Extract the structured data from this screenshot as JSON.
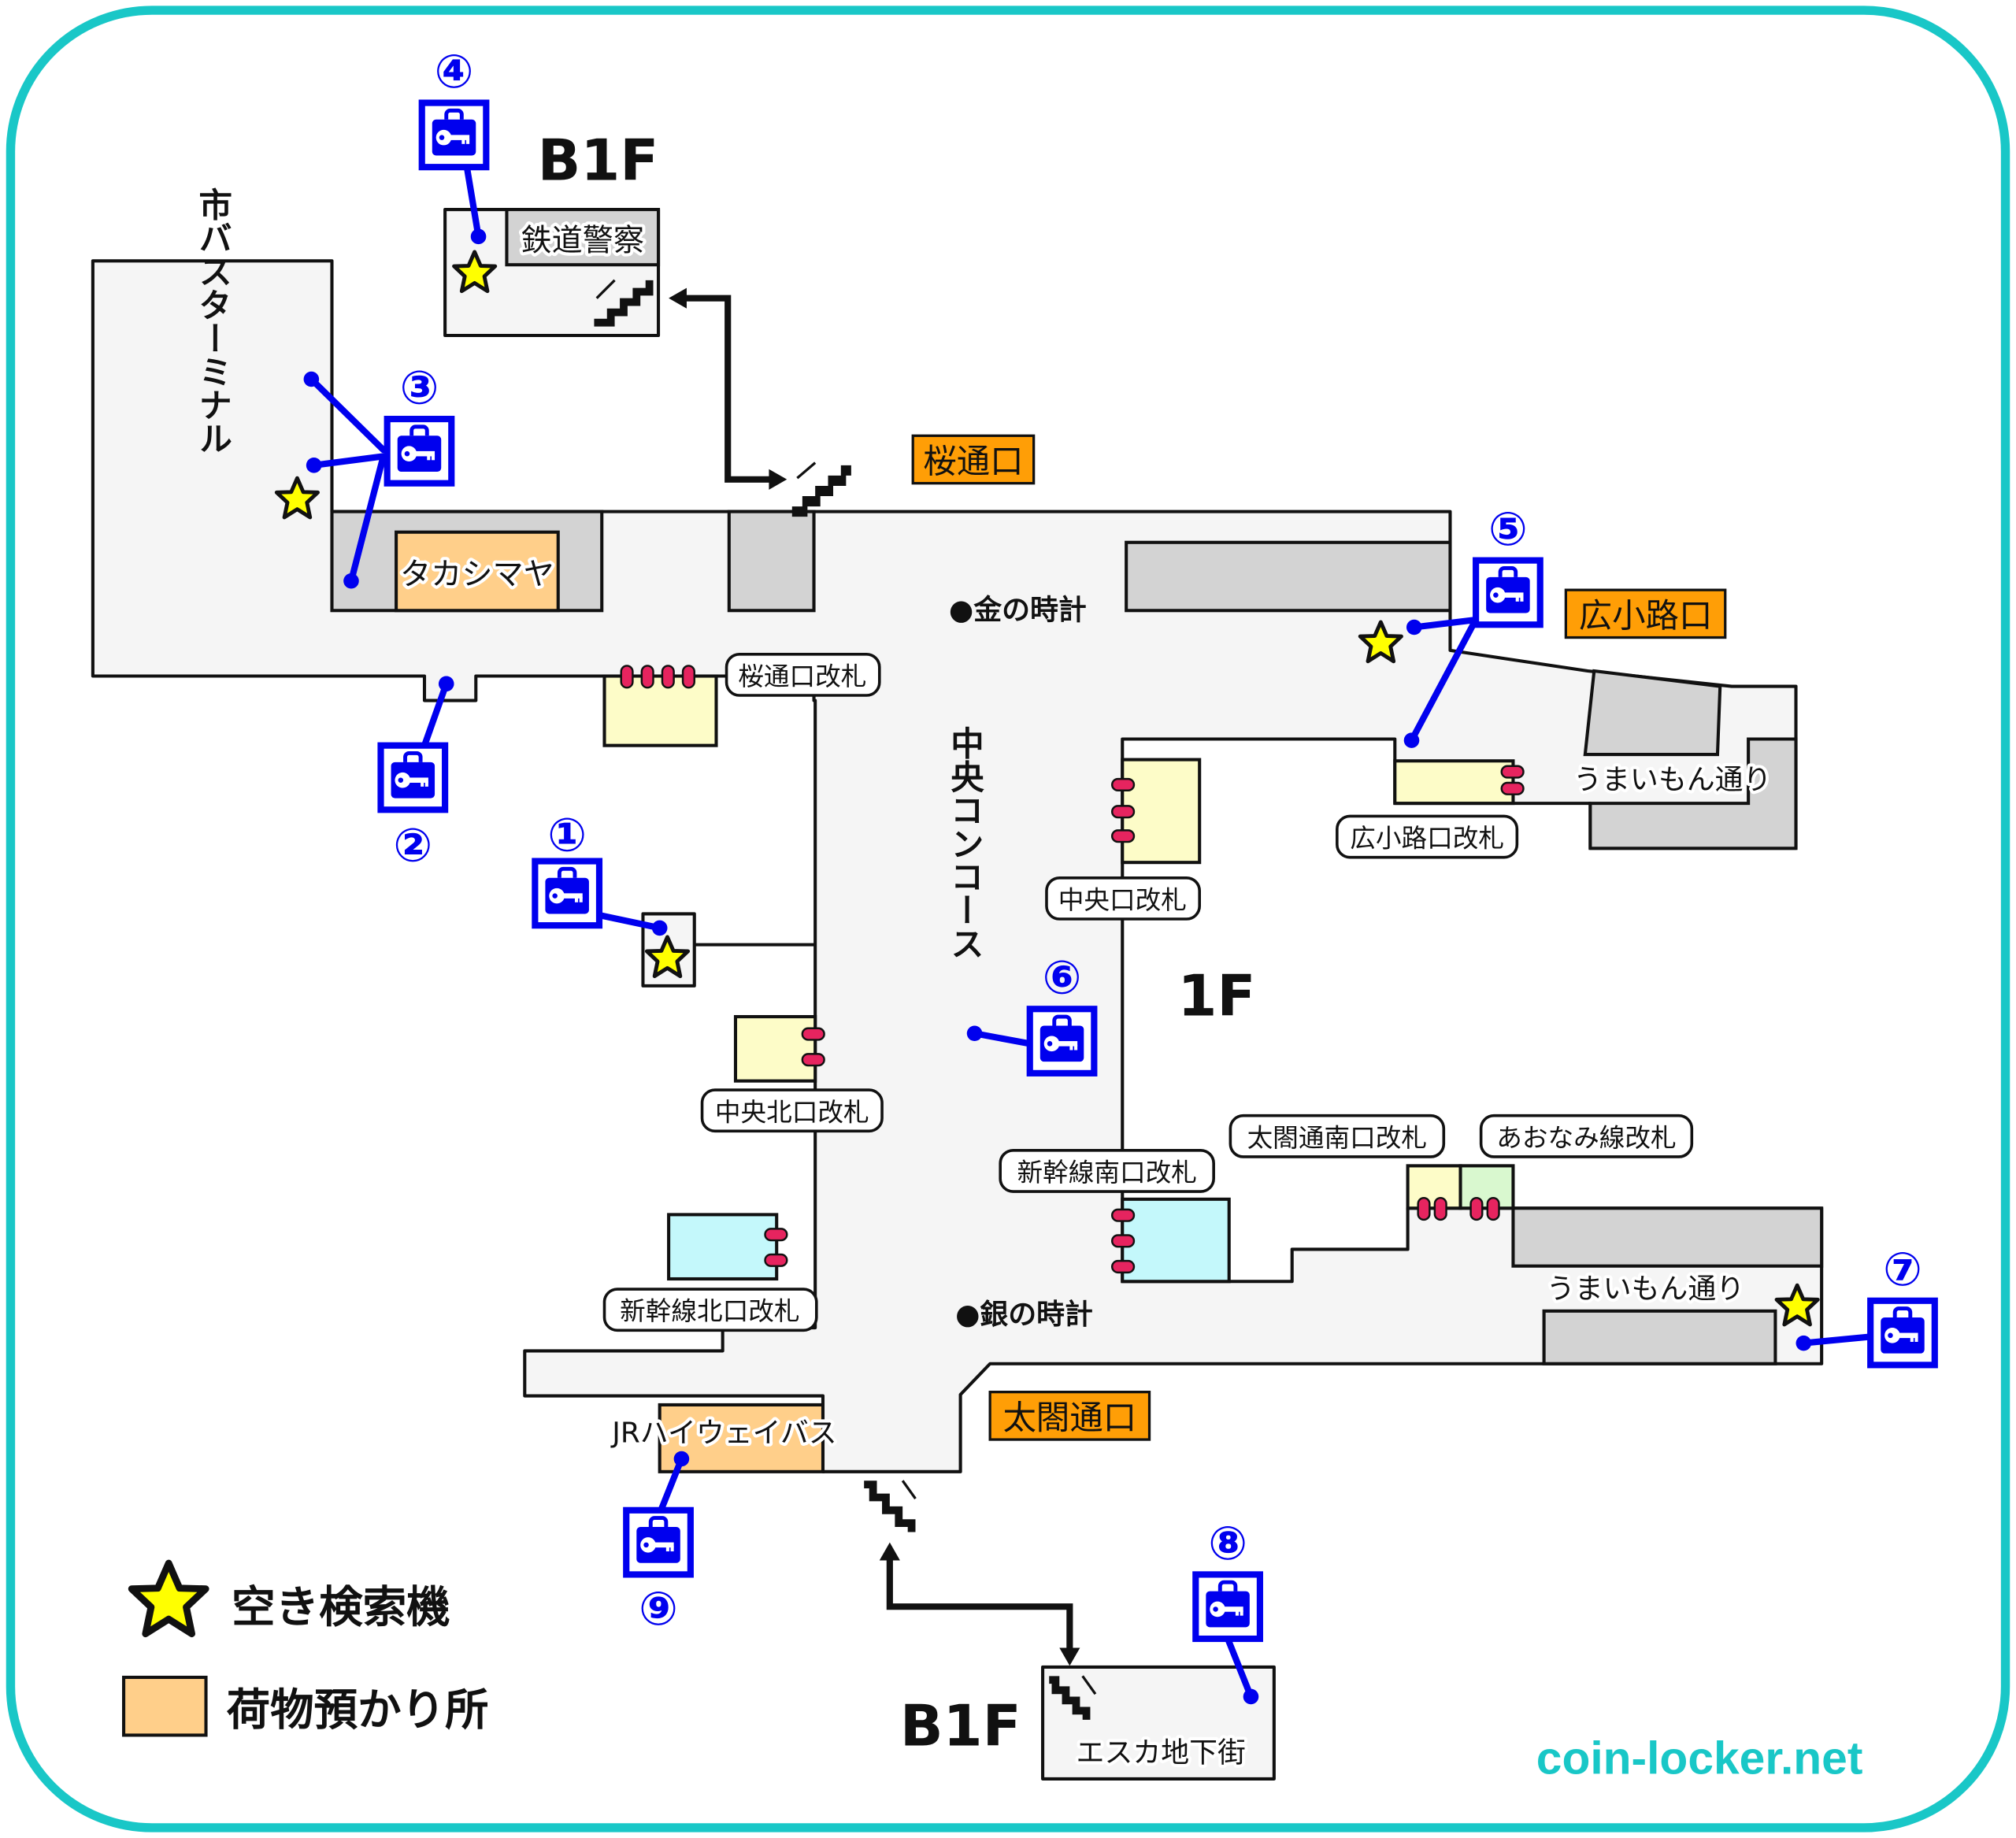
{
  "map": {
    "title": "Nagoya Station coin locker map",
    "floors": {
      "main": "1F",
      "upper_left": "B1F",
      "bottom": "B1F"
    },
    "watermark": "coin-locker.net",
    "colors": {
      "frame": "#19c7c7",
      "locker_blue": "#0000ee",
      "exit_orange": "#ff9e06",
      "luggage_orange": "#ffcf8a",
      "gate_yellow": "#fdfcc8",
      "gate_cyan": "#c4f8fb",
      "gate_green": "#d9f8cf",
      "star_yellow": "#ffff00",
      "turnstile_red": "#e6245f",
      "floor_grey": "#f5f5f5",
      "block_grey": "#d3d3d3"
    },
    "areas": {
      "bus_terminal": "市バスターミナル",
      "takashimaya": "タカシマヤ",
      "railway_police": "鉄道警察",
      "central_concourse": "中央コンコース",
      "umaimon_north": "うまいもん通り",
      "umaimon_south": "うまいもん通り",
      "jr_highway_bus": "JRハイウェイバス",
      "esca": "エスカ地下街"
    },
    "landmarks": {
      "gold_clock": "●金の時計",
      "silver_clock": "●銀の時計"
    },
    "exits": {
      "sakura_dori": "桜通口",
      "hirokoji": "広小路口",
      "taiko_dori": "太閤通口"
    },
    "gates": {
      "sakura_dori": "桜通口改札",
      "hirokoji": "広小路口改札",
      "central": "中央口改札",
      "central_north": "中央北口改札",
      "shinkansen_north": "新幹線北口改札",
      "shinkansen_south": "新幹線南口改札",
      "taiko_south": "太閤通南口改札",
      "aonami": "あおなみ線改札"
    },
    "lockers": [
      {
        "id": "①",
        "icon": "coin-locker-icon"
      },
      {
        "id": "②",
        "icon": "coin-locker-icon"
      },
      {
        "id": "③",
        "icon": "coin-locker-icon"
      },
      {
        "id": "④",
        "icon": "coin-locker-icon"
      },
      {
        "id": "⑤",
        "icon": "coin-locker-icon"
      },
      {
        "id": "⑥",
        "icon": "coin-locker-icon"
      },
      {
        "id": "⑦",
        "icon": "coin-locker-icon"
      },
      {
        "id": "⑧",
        "icon": "coin-locker-icon"
      },
      {
        "id": "⑨",
        "icon": "coin-locker-icon"
      }
    ],
    "legend": {
      "star": {
        "icon": "star-icon",
        "label": "空き検索機"
      },
      "luggage": {
        "icon": "orange-square-icon",
        "label": "荷物預かり所"
      }
    }
  }
}
